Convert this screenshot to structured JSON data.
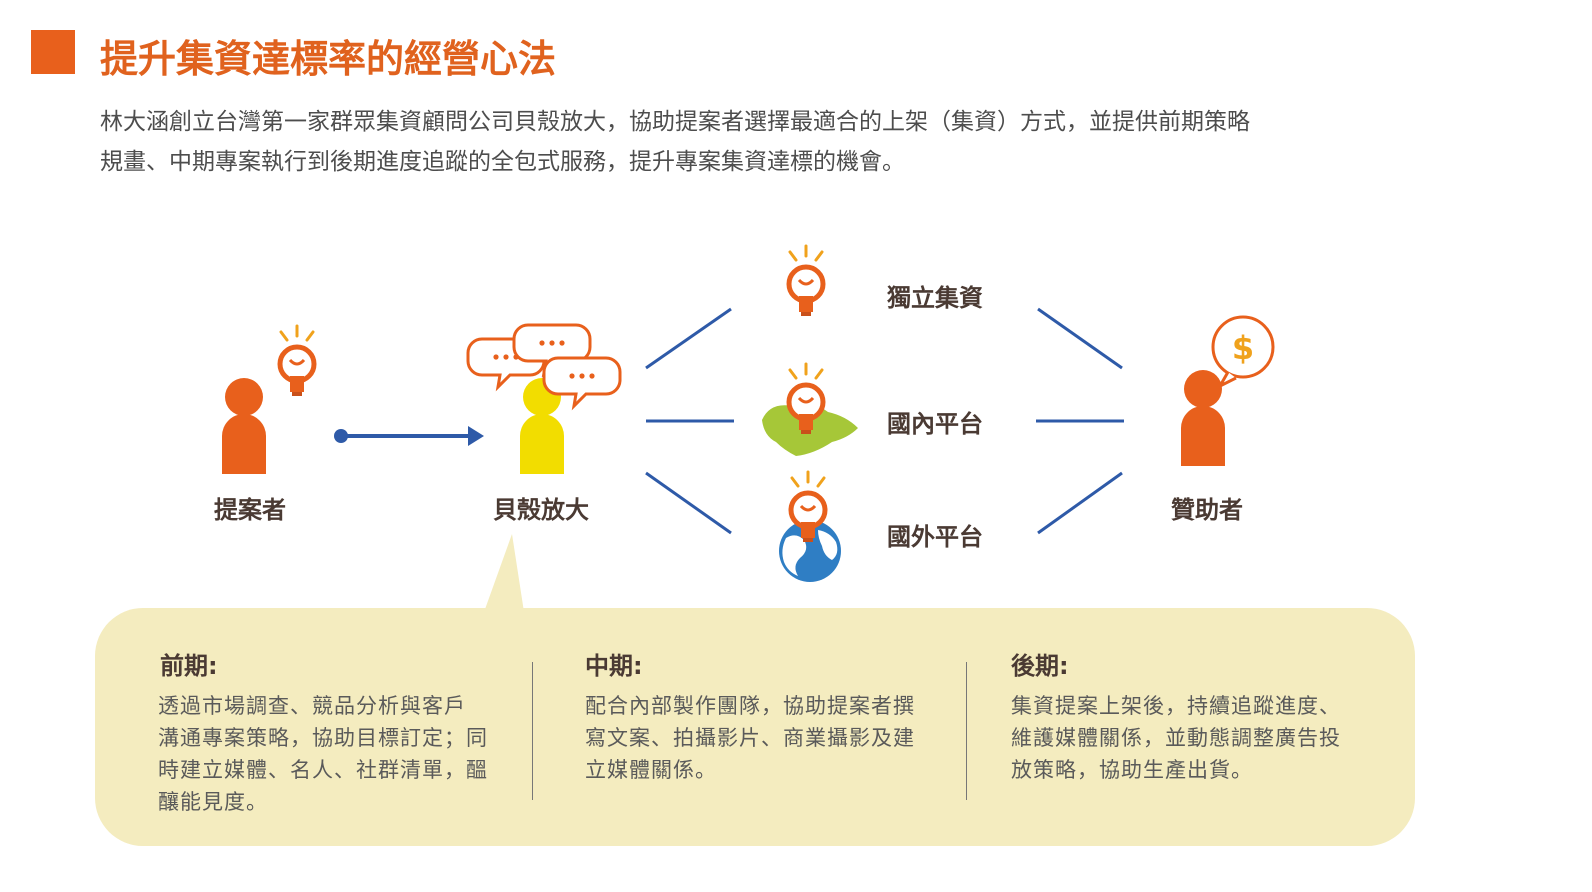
{
  "header": {
    "title": "提升集資達標率的經營心法",
    "intro_lines": [
      "林大涵創立台灣第一家群眾集資顧問公司貝殼放大，協助提案者選擇最適合的上架（集資）方式，並提供前期策略",
      "規畫、中期專案執行到後期進度追蹤的全包式服務，提升專案集資達標的機會。"
    ]
  },
  "diagram": {
    "nodes": {
      "proposer": "提案者",
      "agency": "貝殼放大",
      "sponsor": "贊助者"
    },
    "platforms": [
      "獨立集資",
      "國內平台",
      "國外平台"
    ],
    "sponsor_symbol": "$",
    "colors": {
      "orange": "#e8601c",
      "yellow": "#f2dd00",
      "blue": "#2e5aa8",
      "green": "#a6c738",
      "globe": "#2f7ec4"
    }
  },
  "phases": [
    {
      "title": "前期:",
      "lines": [
        "透過市場調查、競品分析與客戶",
        "溝通專案策略，協助目標訂定；同",
        "時建立媒體、名人、社群清單，醞",
        "釀能見度。"
      ]
    },
    {
      "title": "中期:",
      "lines": [
        "配合內部製作團隊，協助提案者撰",
        "寫文案、拍攝影片、商業攝影及建",
        "立媒體關係。"
      ]
    },
    {
      "title": "後期:",
      "lines": [
        "集資提案上架後，持續追蹤進度、",
        "維護媒體關係，並動態調整廣告投",
        "放策略，協助生產出貨。"
      ]
    }
  ]
}
